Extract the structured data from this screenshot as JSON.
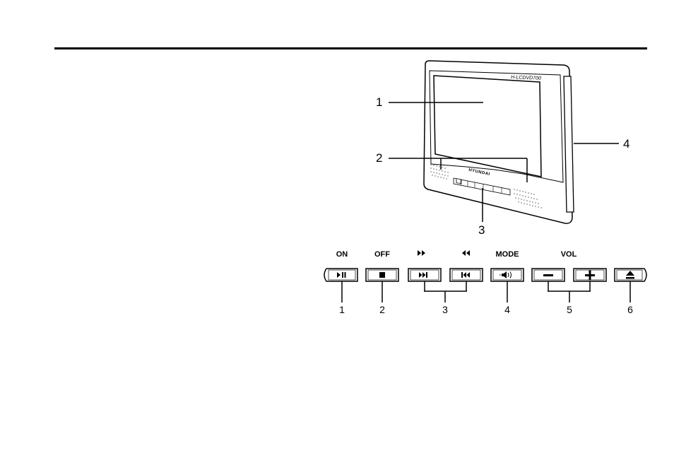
{
  "device": {
    "model": "H-LCDVD700",
    "brand": "HYUNDAI",
    "callouts": [
      "1",
      "2",
      "3",
      "4"
    ]
  },
  "buttons": [
    {
      "label": "ON",
      "icon": "play-pause-icon",
      "number": "1"
    },
    {
      "label": "OFF",
      "icon": "stop-icon",
      "number": "2"
    },
    {
      "label": "",
      "icon": "next-track-icon",
      "number": "3"
    },
    {
      "label": "",
      "icon": "prev-track-icon",
      "number": ""
    },
    {
      "label": "MODE",
      "icon": "mode-speaker-icon",
      "number": "4"
    },
    {
      "label": "VOL",
      "icon": "minus-icon",
      "number": "5"
    },
    {
      "label": "",
      "icon": "plus-icon",
      "number": ""
    },
    {
      "label": "",
      "icon": "eject-icon",
      "number": "6"
    }
  ],
  "symbols": {
    "play_pause": "▶II",
    "stop": "■",
    "next": "▶▶I",
    "prev": "I◀◀",
    "mode": "◀·))",
    "minus": "−",
    "plus": "+",
    "eject": "⏏",
    "ff_header": "▶▶",
    "rew_header": "◀◀"
  }
}
